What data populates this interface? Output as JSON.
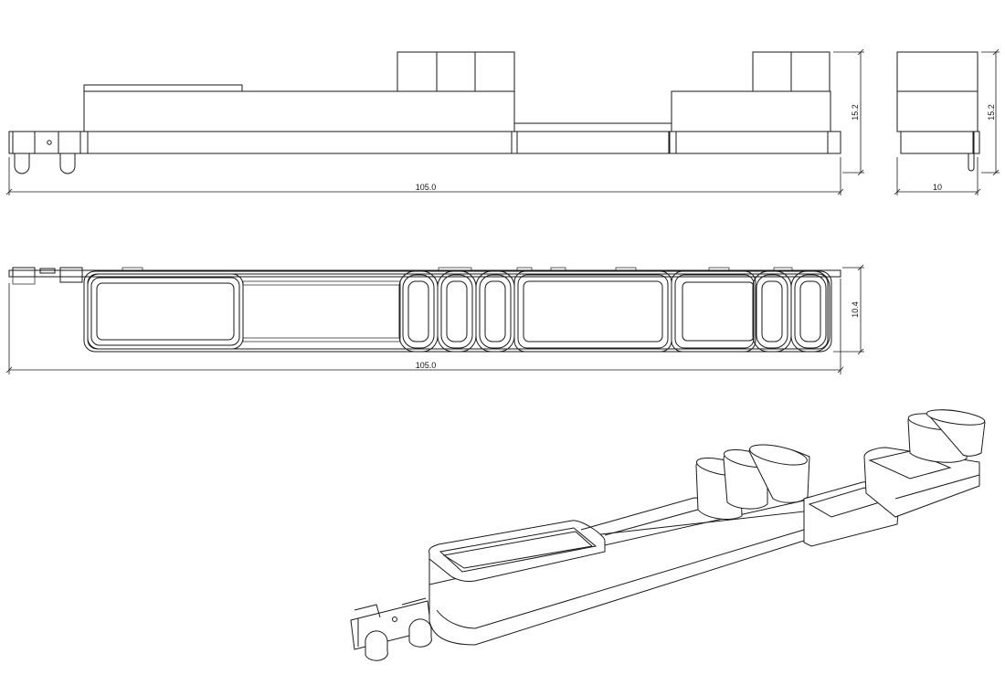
{
  "drawing": {
    "front_view": {
      "width_label": "105.0",
      "height_label": "15.2"
    },
    "side_view": {
      "width_label": "10",
      "height_label": "15.2"
    },
    "top_view": {
      "width_label": "105.0",
      "depth_label": "10.4"
    }
  }
}
